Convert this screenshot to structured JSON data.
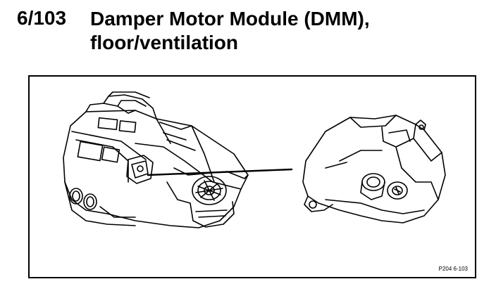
{
  "heading": {
    "number": "6/103",
    "title_line1": "Damper Motor Module (DMM),",
    "title_line2": "floor/ventilation"
  },
  "figure": {
    "code": "P204 6-103",
    "illustration": "hvac-housing-with-dmm-detail"
  }
}
